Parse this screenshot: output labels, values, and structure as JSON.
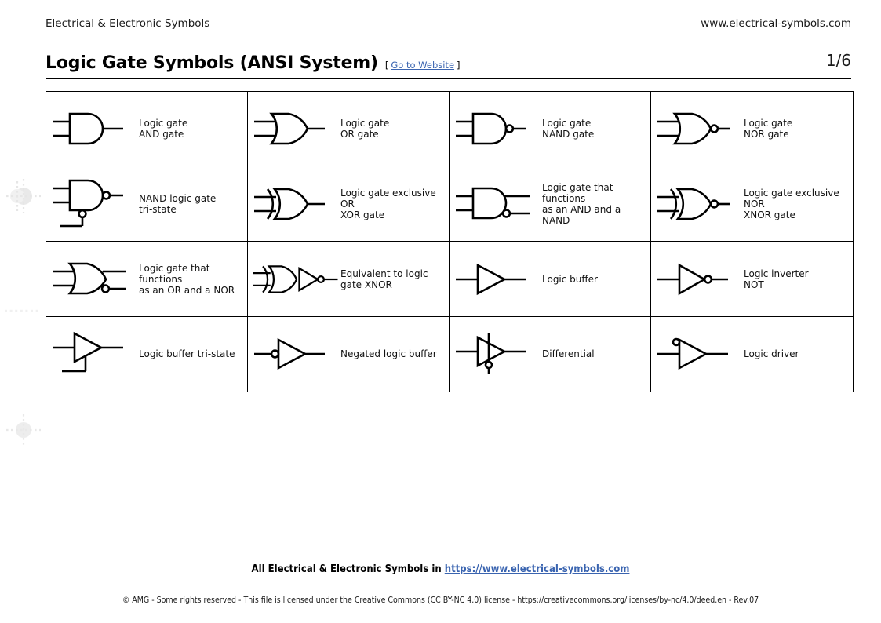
{
  "header": {
    "left_text": "Electrical & Electronic Symbols",
    "right_text": "www.electrical-symbols.com",
    "title": "Logic Gate Symbols (ANSI System)",
    "link_open_bracket": "[",
    "link_text": "Go to Website",
    "link_close_bracket": "]",
    "page_number": "1/6"
  },
  "colors": {
    "link": "#3a64b0",
    "stroke": "#000000",
    "background": "#ffffff",
    "border": "#000000"
  },
  "grid": {
    "columns": 4,
    "rows": 4,
    "cells": [
      {
        "symbol": "and-gate",
        "label": "Logic gate\nAND gate"
      },
      {
        "symbol": "or-gate",
        "label": "Logic gate\nOR gate"
      },
      {
        "symbol": "nand-gate",
        "label": "Logic gate\nNAND gate"
      },
      {
        "symbol": "nor-gate",
        "label": "Logic gate\nNOR gate"
      },
      {
        "symbol": "nand-gate-tristate",
        "label": "NAND logic gate\ntri-state"
      },
      {
        "symbol": "xor-gate",
        "label": "Logic gate exclusive OR\nXOR gate"
      },
      {
        "symbol": "and-nand-dual",
        "label": "Logic gate that functions\nas an AND and a NAND"
      },
      {
        "symbol": "xnor-gate",
        "label": "Logic gate exclusive NOR\nXNOR gate"
      },
      {
        "symbol": "or-nor-dual",
        "label": "Logic gate that functions\nas an OR and a NOR"
      },
      {
        "symbol": "xor-plus-inverter",
        "label": "Equivalent to logic\ngate XNOR"
      },
      {
        "symbol": "buffer",
        "label": "Logic buffer"
      },
      {
        "symbol": "inverter",
        "label": "Logic inverter\nNOT"
      },
      {
        "symbol": "buffer-tristate",
        "label": "Logic buffer tri-state"
      },
      {
        "symbol": "negated-buffer",
        "label": "Negated logic buffer"
      },
      {
        "symbol": "differential",
        "label": "Differential"
      },
      {
        "symbol": "logic-driver",
        "label": "Logic driver"
      }
    ]
  },
  "footer": {
    "main_prefix": "All Electrical & Electronic Symbols in ",
    "main_link": "https://www.electrical-symbols.com",
    "copyright": "© AMG - Some rights reserved - This file is licensed under the Creative Commons (CC BY-NC 4.0) license - https://creativecommons.org/licenses/by-nc/4.0/deed.en - Rev.07"
  }
}
